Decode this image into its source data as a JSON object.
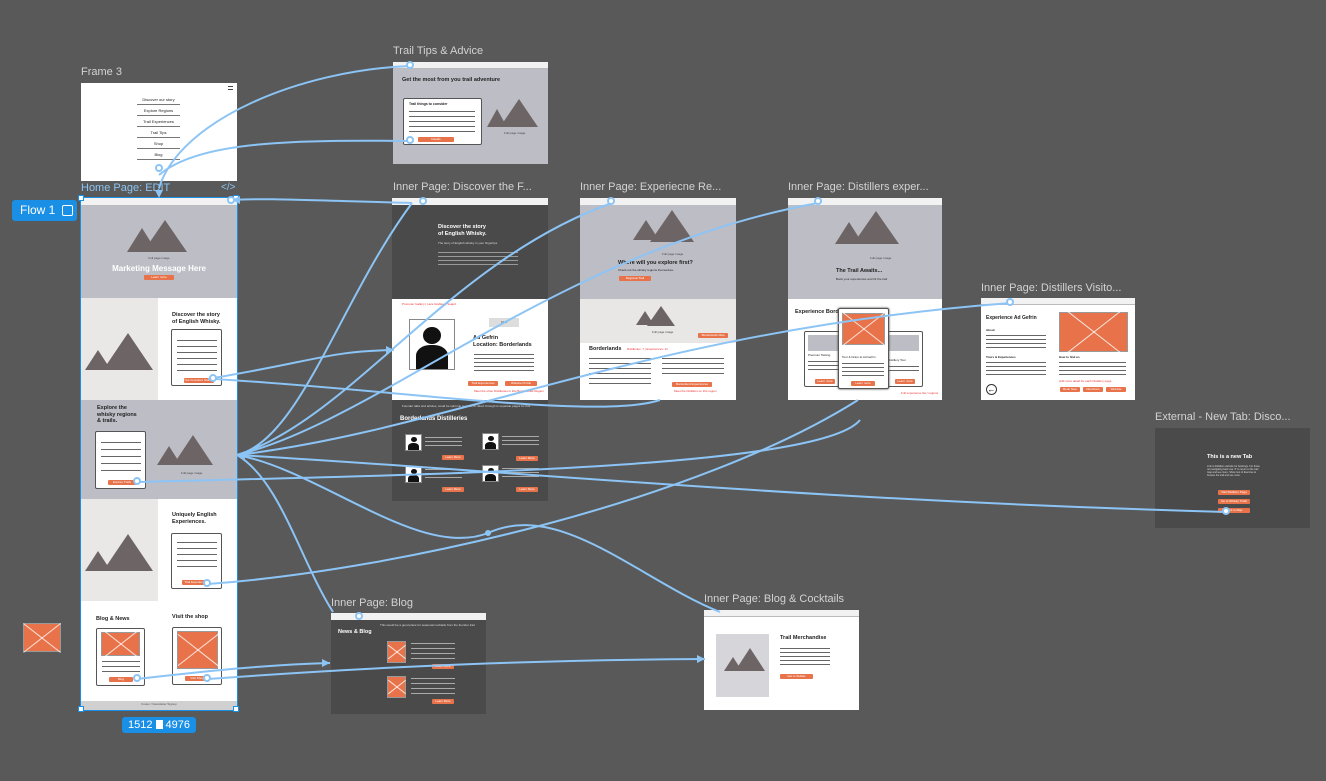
{
  "frames": {
    "frame3": {
      "label": "Frame 3",
      "menu": [
        "Discover our story",
        "Explore Regions",
        "Trail Experiences",
        "Trail Tips",
        "Shop",
        "Blog"
      ]
    },
    "home": {
      "label": "Home Page: EDIT",
      "hero_msg": "Marketing Message Here",
      "hero_btn": "Learn more",
      "hero_caption": "Full page image",
      "discover_title": "Discover the story\nof English Whisky.",
      "explore_title": "Explore the\nwhisky regions\n& trails.",
      "explore_btn": "Explore Trails",
      "unique_title": "Uniquely English\nExperiences.",
      "unique_btn": "Trail Experiences",
      "blog_title": "Blog & News",
      "blog_btn": "Blog",
      "shop_title": "Visit the shop",
      "shop_btn": "Visit Shop",
      "discover_btn": "Our Founders Stories",
      "footer": "Footer / Newsletter Signup",
      "size_w": "1512",
      "size_h": "4976"
    },
    "tips": {
      "label": "Trail Tips & Advice",
      "heading": "Get the most from you trail adventure",
      "card_title": "Trail things to consider",
      "btn": "Details",
      "caption": "Full page image"
    },
    "discover": {
      "label": "Inner Page: Discover the F...",
      "heading": "Discover the story\nof English Whisky.",
      "sub": "The story of English whisky in your fingertips",
      "link": "Promoter Gallery | Lara Grablee | Soapd",
      "name": "Ad Gefrin\nLocation: Borderlands",
      "tag": "Intro",
      "btn1": "Trail Experiences",
      "btn2": "Website Profile",
      "note": "Meet the other Distilleries in this Borderlands Region",
      "list_intro": "Founder talks and articles, could be split into regions, or direct through to separate pages for this.",
      "list_title": "Borderlands Distilleries",
      "learn": "Learn More"
    },
    "experience": {
      "label": "Inner Page: Experiecne Re...",
      "heading": "Where will you explore first?",
      "sub": "Check out the whisky regions themselves.",
      "btn": "Regional Trail",
      "region": "Borderlands",
      "region_sub": "Distilleries: 7 | Experiences: 11",
      "btn2": "Borderlands Map",
      "caption": "Full page image",
      "exp_btn": "Borderland Experiences",
      "link": "Meet the Distillers on this region"
    },
    "distillers": {
      "label": "Inner Page: Distillers exper...",
      "heading": "The Trail Awaits...",
      "sub": "Book your experiences and hit the trail",
      "section": "Experience Borderlands",
      "c1": "Premium Tasting",
      "c2": "Tour & Dram at Ad Gefrin",
      "c3": "Distillery Tour",
      "learn": "Learn more",
      "link": "Full experience list / regions"
    },
    "visitor": {
      "label": "Inner Page: Distillers Visito...",
      "heading": "Experience Ad Gefrin",
      "s1": "About",
      "s2": "Tours & Experiences",
      "s3": "How to find us",
      "link": "Add more detail for each Distillery page",
      "btns": [
        "Book Now",
        "Directions",
        "Website"
      ]
    },
    "external": {
      "label": "External - New Tab: Disco...",
      "title": "This is a new Tab",
      "body": "Link to Distillers website for bookings. For those not navigating back use 'X' to return to the trail map and see more. Show rest of Exercise to browse the trail and see more.",
      "btns": [
        "Visit Distillers Page",
        "Go to Whisky Trails",
        "Back to Map"
      ]
    },
    "blog": {
      "label": "Inner Page: Blog",
      "heading": "News & Blog",
      "sub": "This would be a good place for seasonal cocktails from the founder trail.",
      "learn": "Learn More"
    },
    "shop": {
      "label": "Inner Page: Blog & Cocktails",
      "title": "Trail Merchandise",
      "btn": "Get to Soldier"
    }
  },
  "flow": {
    "label": "Flow 1"
  },
  "colors": {
    "canvas": "#595959",
    "accent": "#e8734a",
    "selection": "#1a8fe6",
    "wire": "#8cc4f5",
    "placeholder": "#bdbdc6"
  }
}
